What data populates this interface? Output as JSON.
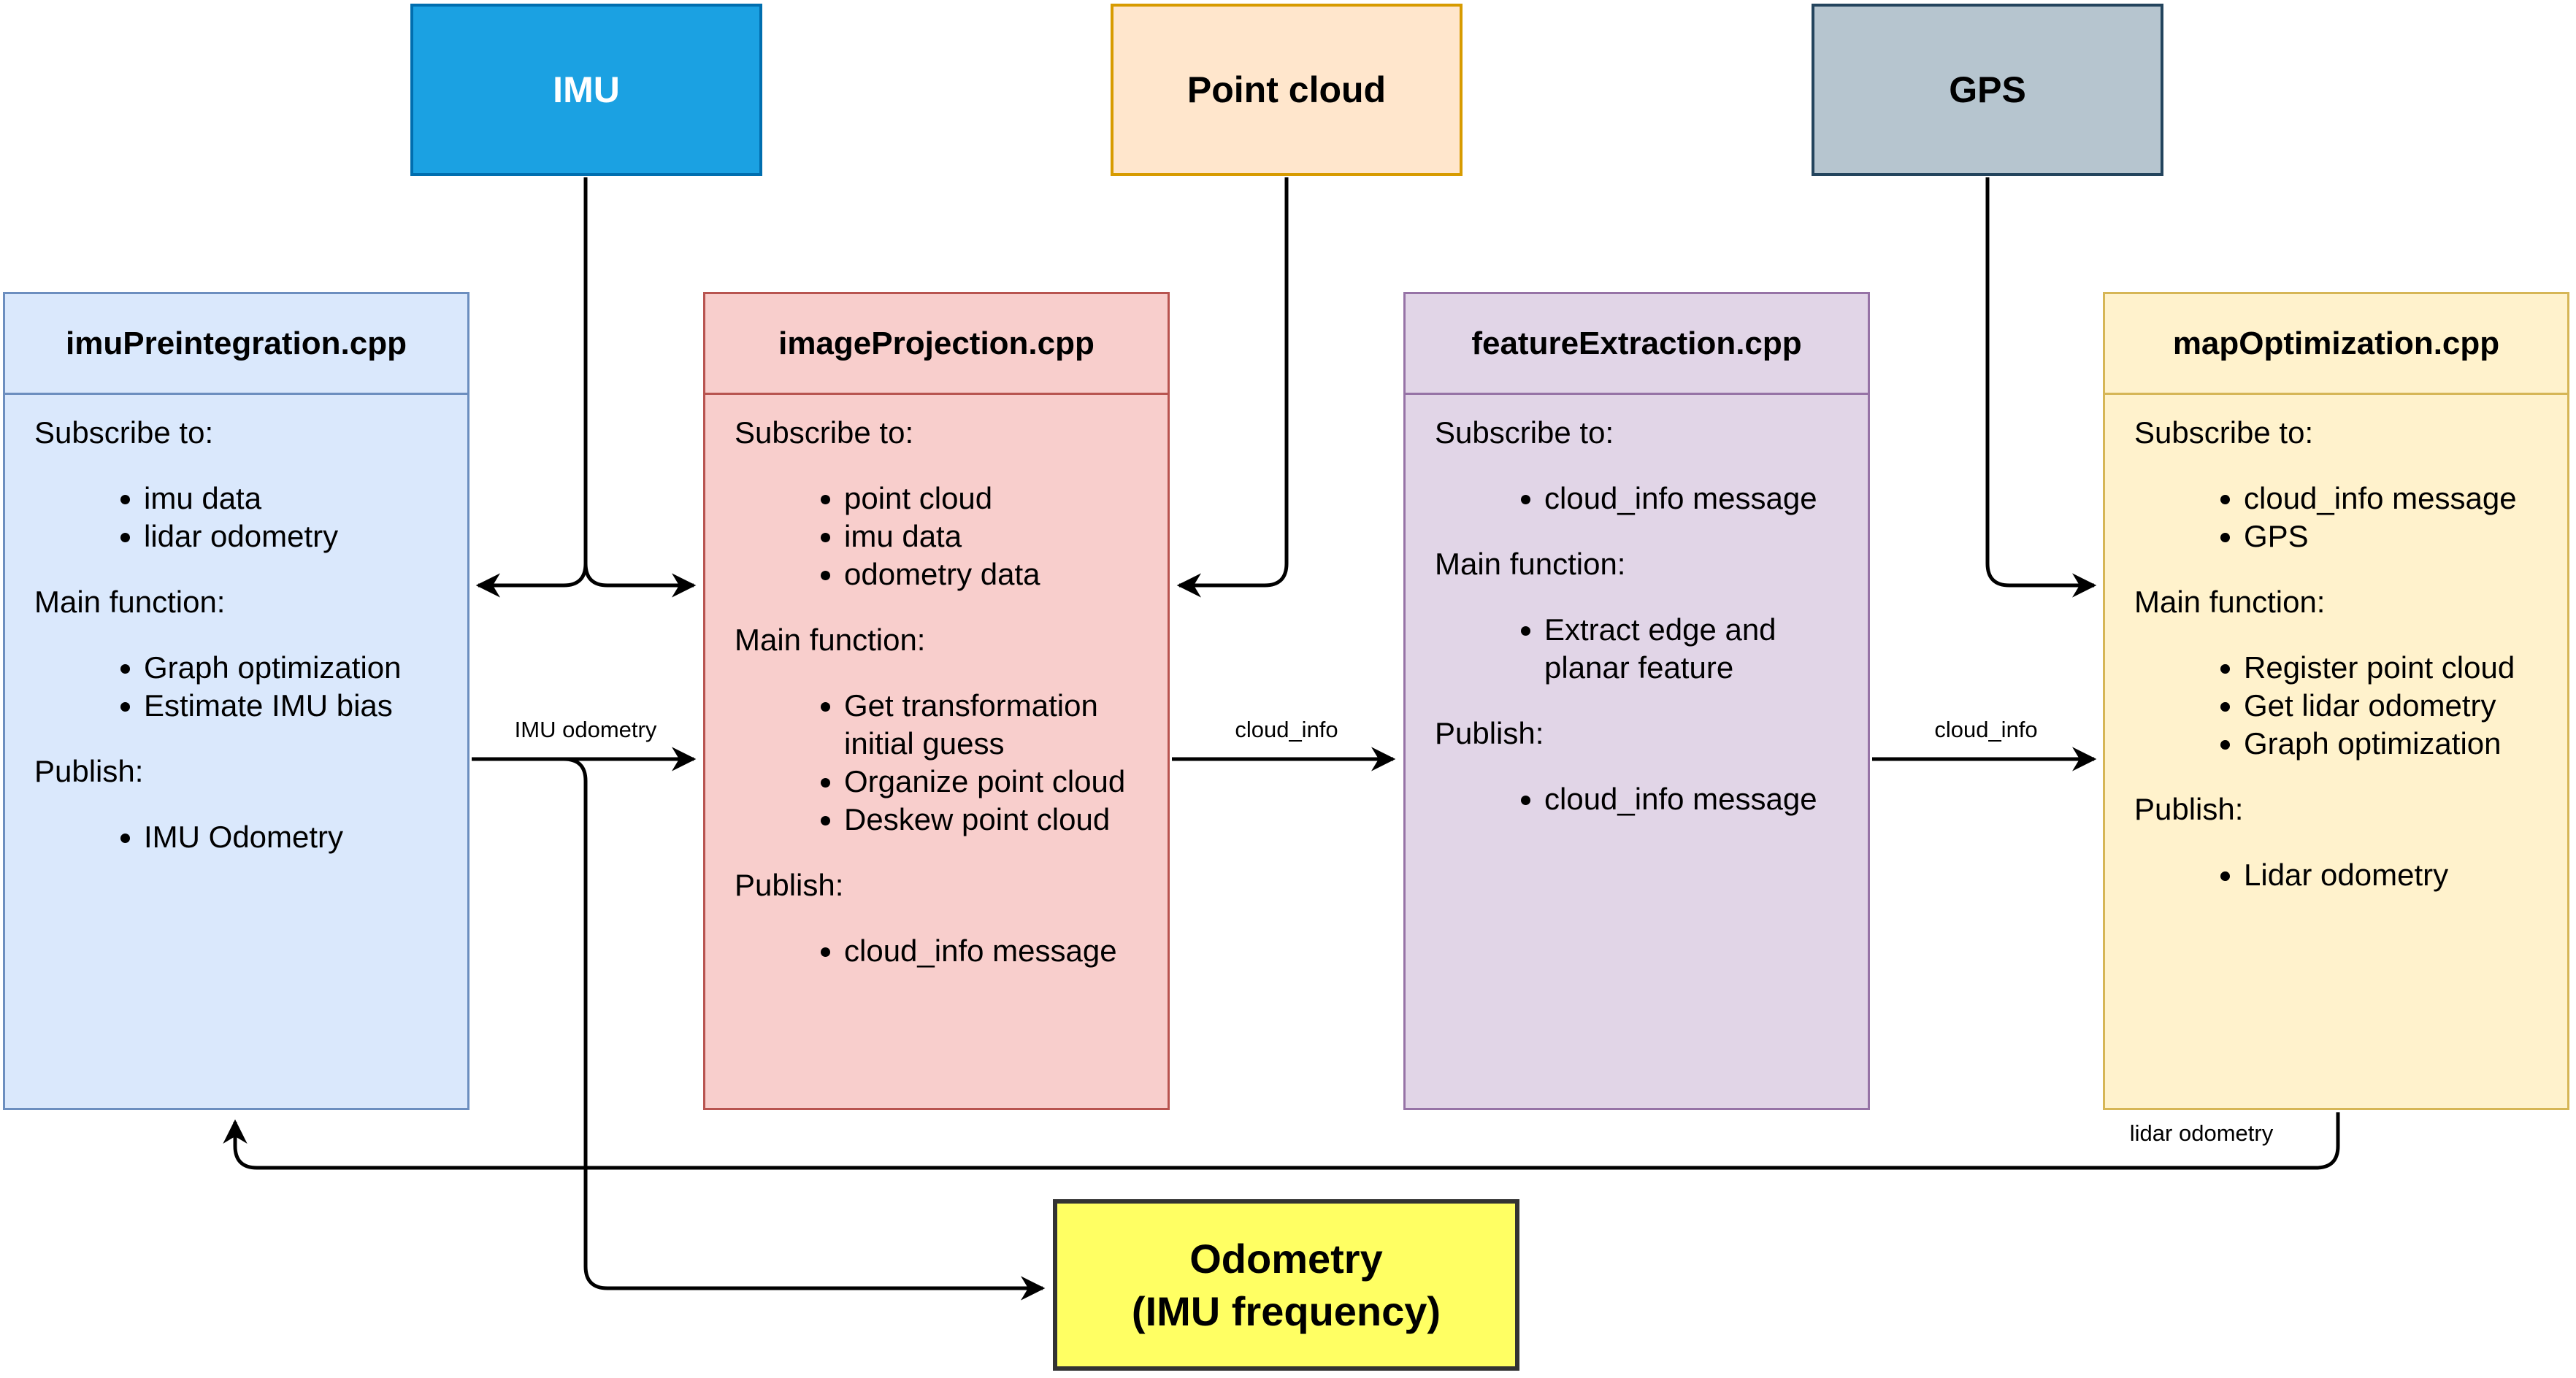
{
  "sources": [
    {
      "label": "IMU",
      "fill": "#1BA1E2",
      "stroke": "#006EAF",
      "text_color": "#FFFFFF"
    },
    {
      "label": "Point cloud",
      "fill": "#FFE6CC",
      "stroke": "#D79B00",
      "text_color": "#000000"
    },
    {
      "label": "GPS",
      "fill": "#B6C5CF",
      "stroke": "#23445D",
      "text_color": "#000000"
    }
  ],
  "modules": [
    {
      "title": "imuPreintegration.cpp",
      "fill": "#DAE8FC",
      "stroke": "#6C8EBF",
      "sections": [
        {
          "heading": "Subscribe to:",
          "items": [
            "imu data",
            "lidar odometry"
          ]
        },
        {
          "heading": "Main function:",
          "items": [
            "Graph optimization",
            "Estimate IMU bias"
          ]
        },
        {
          "heading": "Publish:",
          "items": [
            "IMU Odometry"
          ]
        }
      ]
    },
    {
      "title": "imageProjection.cpp",
      "fill": "#F8CECC",
      "stroke": "#B85450",
      "sections": [
        {
          "heading": "Subscribe to:",
          "items": [
            "point cloud",
            "imu data",
            "odometry data"
          ]
        },
        {
          "heading": "Main function:",
          "items": [
            "Get transformation initial guess",
            "Organize point cloud",
            "Deskew point cloud"
          ]
        },
        {
          "heading": "Publish:",
          "items": [
            "cloud_info message"
          ]
        }
      ]
    },
    {
      "title": "featureExtraction.cpp",
      "fill": "#E1D5E7",
      "stroke": "#9673A6",
      "sections": [
        {
          "heading": "Subscribe to:",
          "items": [
            "cloud_info message"
          ]
        },
        {
          "heading": "Main function:",
          "items": [
            "Extract edge and planar feature"
          ]
        },
        {
          "heading": "Publish:",
          "items": [
            "cloud_info message"
          ]
        }
      ]
    },
    {
      "title": "mapOptimization.cpp",
      "fill": "#FFF2CC",
      "stroke": "#D6B656",
      "sections": [
        {
          "heading": "Subscribe to:",
          "items": [
            "cloud_info message",
            "GPS"
          ]
        },
        {
          "heading": "Main function:",
          "items": [
            "Register point cloud",
            "Get lidar odometry",
            "Graph optimization"
          ]
        },
        {
          "heading": "Publish:",
          "items": [
            "Lidar odometry"
          ]
        }
      ]
    }
  ],
  "output_box": {
    "line1": "Odometry",
    "line2": "(IMU frequency)",
    "fill": "#FFFF63",
    "stroke": "#333333"
  },
  "edges": {
    "line_color": "#000000",
    "imu_odometry_label": "IMU odometry",
    "cloud_info_label_1": "cloud_info",
    "cloud_info_label_2": "cloud_info",
    "lidar_odometry_label": "lidar odometry"
  }
}
